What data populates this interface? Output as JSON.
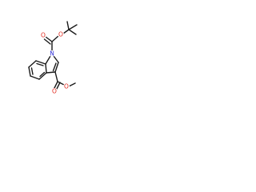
{
  "molecule": {
    "atoms": {
      "n1": {
        "symbol": "N",
        "color": "#2b2bd6"
      },
      "o_boc_carbonyl": {
        "symbol": "O",
        "color": "#e0261b"
      },
      "o_boc_ester": {
        "symbol": "O",
        "color": "#e0261b"
      },
      "o_ester_carbonyl": {
        "symbol": "O",
        "color": "#e0261b"
      },
      "o_ester_methoxy": {
        "symbol": "O",
        "color": "#e0261b"
      }
    }
  }
}
